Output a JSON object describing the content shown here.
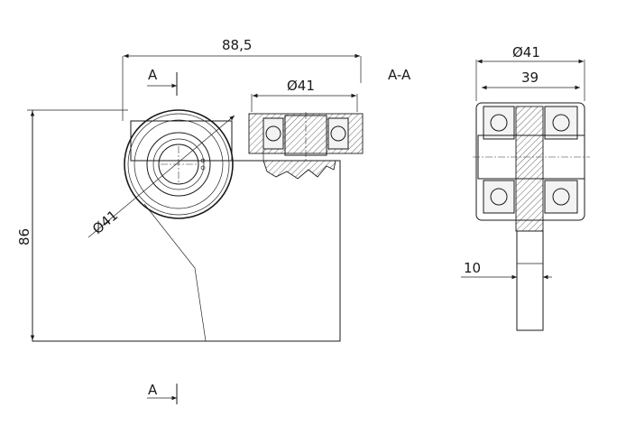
{
  "drawing": {
    "view_label": "A-A",
    "section_marker": "A",
    "dimensions": {
      "width_overall": "88,5",
      "height_overall": "86",
      "roller_dia_front": "Ø41",
      "roller_dia_top": "Ø41",
      "roller_dia_section": "Ø41",
      "roller_width_section": "39",
      "plate_thickness": "10"
    }
  }
}
